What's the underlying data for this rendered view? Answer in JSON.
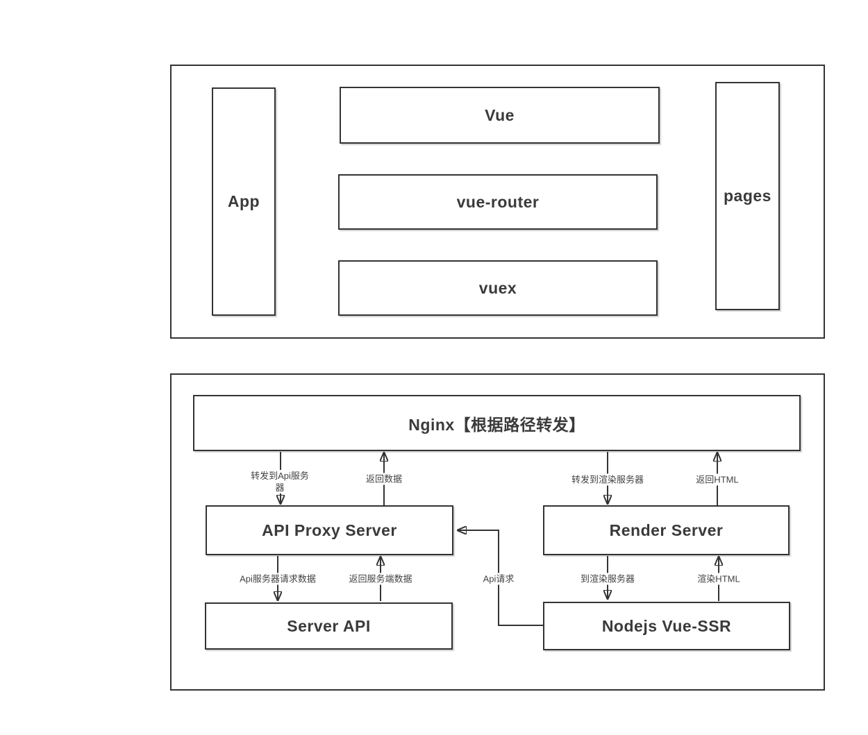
{
  "frontend": {
    "app": "App",
    "vue": "Vue",
    "vue_router": "vue-router",
    "vuex": "vuex",
    "pages": "pages"
  },
  "server": {
    "nginx": "Nginx【根据路径转发】",
    "api_proxy": "API Proxy Server",
    "render_server": "Render Server",
    "server_api": "Server API",
    "nodejs_vue_ssr": "Nodejs Vue-SSR",
    "arrows": {
      "forward_to_api": "转发到Api服务器",
      "return_data": "返回数据",
      "forward_to_render": "转发到渲染服务器",
      "return_html": "返回HTML",
      "api_server_request_data": "Api服务器请求数据",
      "return_server_data": "返回服务端数据",
      "api_request": "Api请求",
      "to_render_server": "到渲染服务器",
      "render_html": "渲染HTML"
    }
  },
  "colors": {
    "border": "#333333",
    "text": "#3a3a3a",
    "arrow": "#333333"
  }
}
